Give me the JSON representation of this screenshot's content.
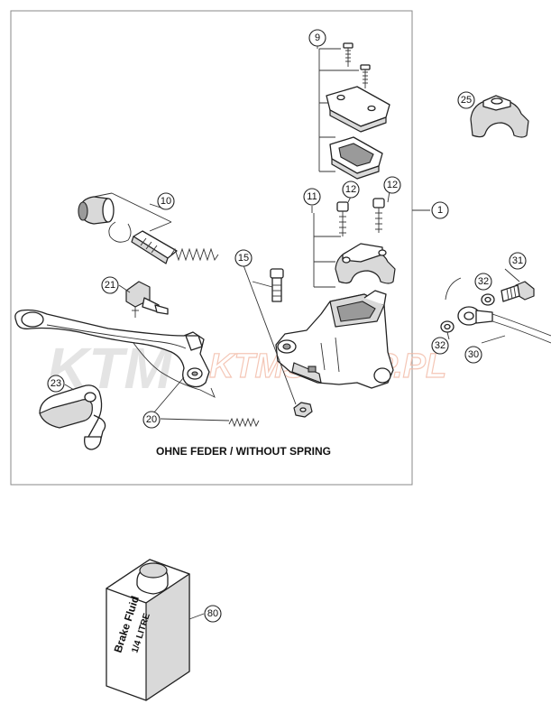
{
  "callouts": [
    "9",
    "25",
    "10",
    "11",
    "12",
    "12",
    "1",
    "15",
    "31",
    "32",
    "21",
    "32",
    "30",
    "23",
    "20",
    "80"
  ],
  "caption": "OHNE FEDER / WITHOUT SPRING",
  "watermark": {
    "brand": "KTM",
    "site": "KTMSKLEP.PL"
  },
  "bottle_label": {
    "line1": "Brake Fluid",
    "line2": "1/4 LITRE"
  }
}
